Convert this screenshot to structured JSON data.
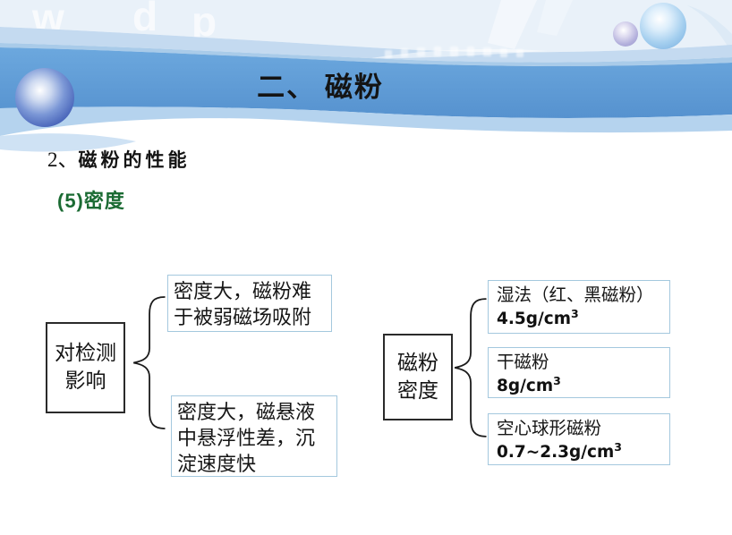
{
  "slide": {
    "title": "二、 磁粉",
    "subtitle_num": "2、",
    "subtitle_text": "磁粉的性能",
    "heading": "(5)密度",
    "watermark_letters": {
      "l1": "w",
      "l2": "d",
      "l3": "p"
    }
  },
  "left_group": {
    "label_line1": "对检测",
    "label_line2": "影响",
    "box1_line1": "密度大，磁粉难",
    "box1_line2": "于被弱磁场吸附",
    "box2_line1": "密度大，磁悬液",
    "box2_line2": "中悬浮性差，沉",
    "box2_line3": "淀速度快"
  },
  "right_group": {
    "label_line1": "磁粉",
    "label_line2": "密度",
    "box1_title": "湿法（红、黑磁粉）",
    "box1_value": "4.5g/cm",
    "box1_sup": "3",
    "box2_title": "干磁粉",
    "box2_value": "8g/cm",
    "box2_sup": "3",
    "box3_title": "空心球形磁粉",
    "box3_value": "0.7~2.3g/cm",
    "box3_sup": "3"
  },
  "colors": {
    "banner_blue": "#5d9cd6",
    "banner_light_blue": "#b5d3ee",
    "heading_green": "#1b6b33",
    "content_box_border": "#a4c8de",
    "label_box_border": "#2a2a2a",
    "sphere_dark_blue": "#4160b5",
    "sphere_light_blue": "#7cb2e2",
    "sphere_lavender": "#9e9bd0"
  }
}
